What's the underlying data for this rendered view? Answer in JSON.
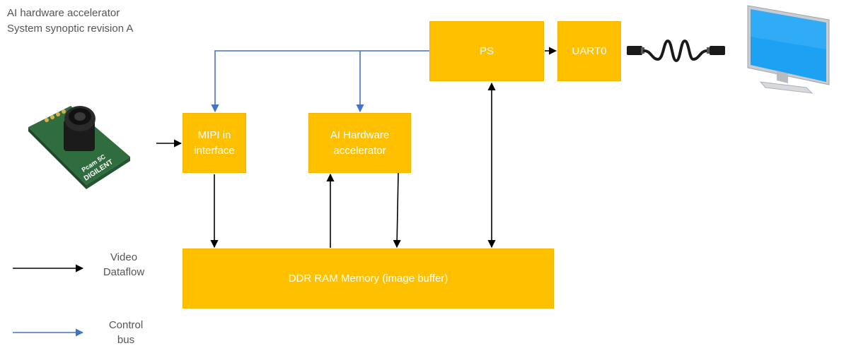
{
  "header": {
    "title_line1": "AI hardware accelerator",
    "title_line2": "System synoptic revision A"
  },
  "blocks": {
    "ps": "PS",
    "uart": "UART0",
    "mipi_line1": "MIPI in",
    "mipi_line2": "interface",
    "ai_line1": "AI Hardware",
    "ai_line2": "accelerator",
    "ddr": "DDR RAM Memory (image buffer)"
  },
  "camera": {
    "board_label": "Pcam 5C",
    "brand": "DIGILENT"
  },
  "legend": {
    "video_line1": "Video",
    "video_line2": "Dataflow",
    "control_line1": "Control",
    "control_line2": "bus"
  },
  "colors": {
    "block_fill": "#FFC000",
    "block_text": "#FFFFFF",
    "video_arrow": "#000000",
    "control_arrow": "#4472C4",
    "title_text": "#555555"
  },
  "icons": [
    "camera-module-icon",
    "usb-cable-icon",
    "monitor-icon"
  ]
}
